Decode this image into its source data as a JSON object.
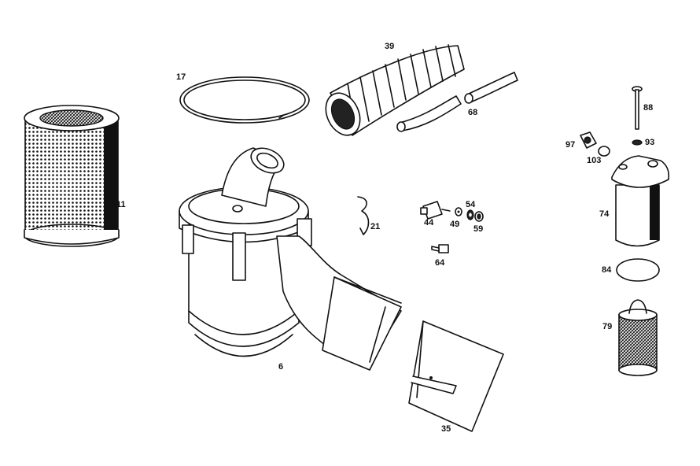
{
  "labels": {
    "p11": "11",
    "p17": "17",
    "p39": "39",
    "p68": "68",
    "p6": "6",
    "p21": "21",
    "p44": "44",
    "p49": "49",
    "p54": "54",
    "p59": "59",
    "p64": "64",
    "p35": "35",
    "p88": "88",
    "p97": "97",
    "p93": "93",
    "p103": "103",
    "p74": "74",
    "p84": "84",
    "p79": "79"
  },
  "colors": {
    "ink": "#111111",
    "paper": "#ffffff"
  }
}
